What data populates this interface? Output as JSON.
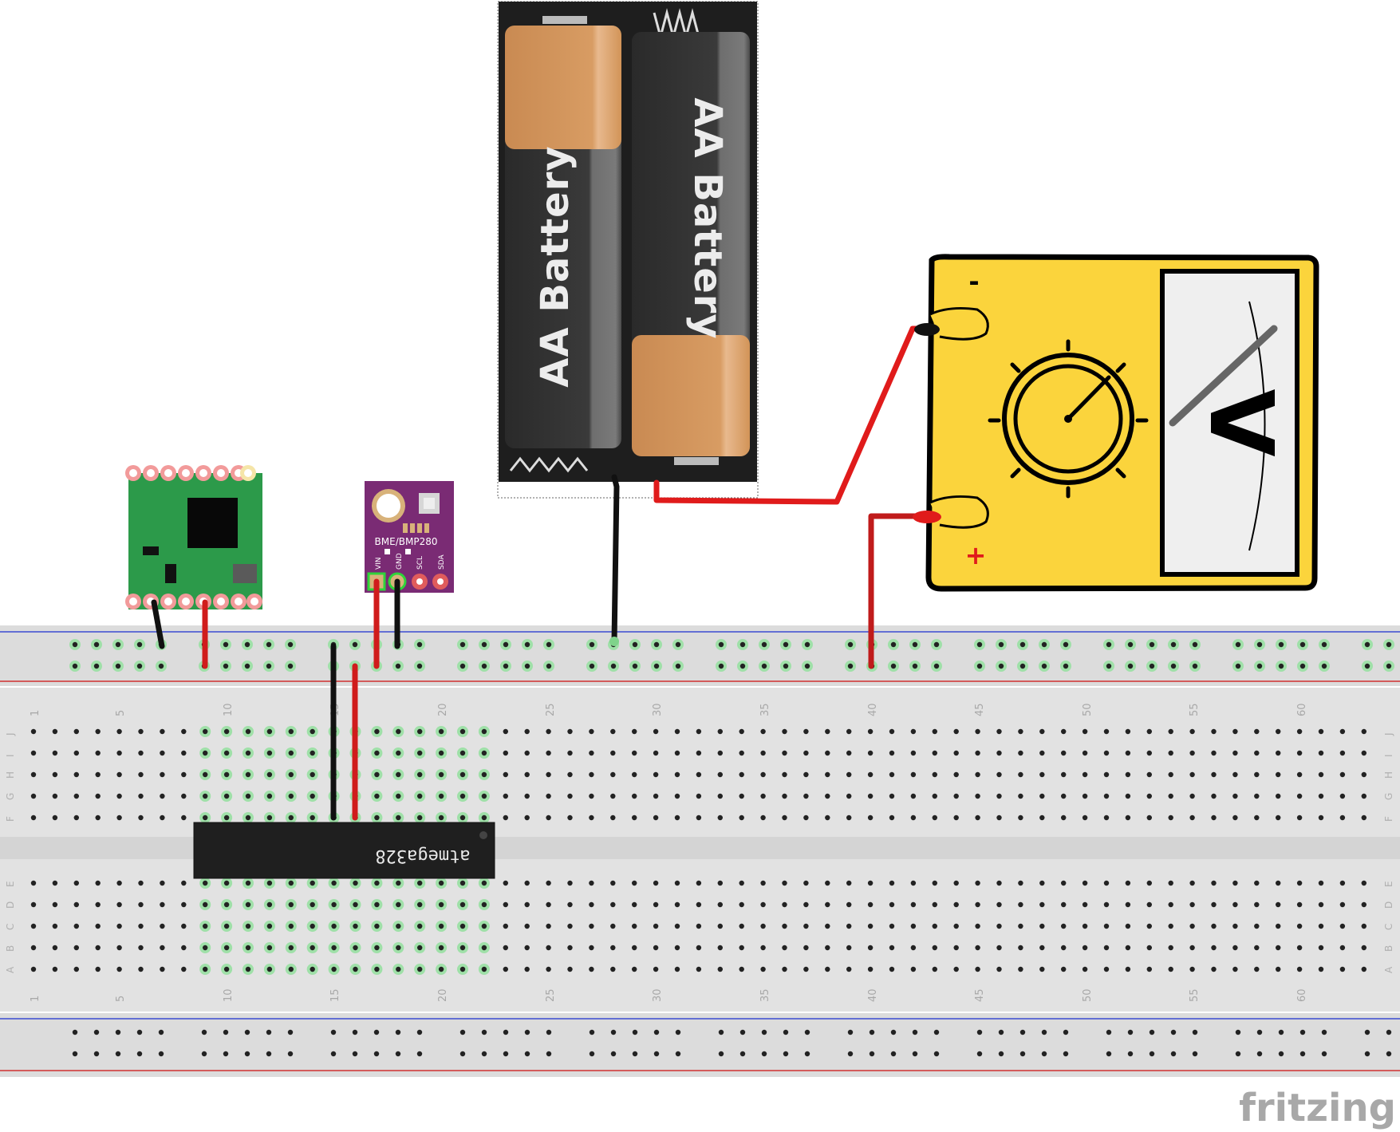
{
  "battery": {
    "cell_label_1": "AA Battery",
    "cell_label_2": "AA Battery"
  },
  "sensor": {
    "name": "BME/BMP280",
    "pins": [
      "VIN",
      "GND",
      "SCL",
      "SDA"
    ]
  },
  "chip": {
    "label": "atmega328"
  },
  "voltmeter": {
    "minus_label": "-",
    "plus_label": "+",
    "symbol": "V"
  },
  "breadboard": {
    "column_numbers": [
      "1",
      "5",
      "10",
      "15",
      "20",
      "25",
      "30",
      "35",
      "40",
      "45",
      "50",
      "55",
      "60"
    ],
    "top_rows": [
      "J",
      "I",
      "H",
      "G",
      "F"
    ],
    "bottom_rows": [
      "E",
      "D",
      "C",
      "B",
      "A"
    ]
  },
  "brand": "fritzing",
  "colors": {
    "wire_red": "#e01b1b",
    "wire_black": "#111111",
    "breadboard": "#dedede",
    "voltmeter_body": "#fbd43c",
    "sensor_board": "#7a2b74",
    "radio_board": "#2c9a4a"
  }
}
